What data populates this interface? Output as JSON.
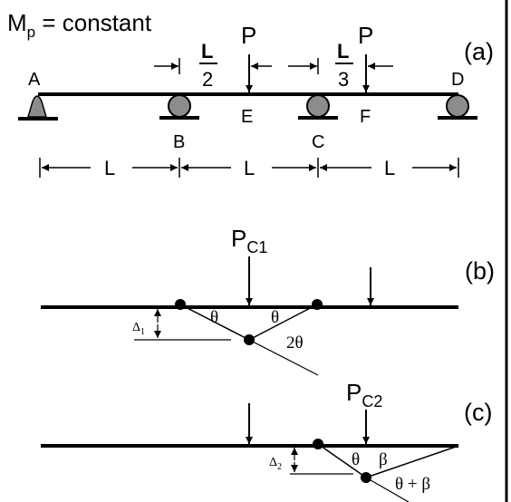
{
  "header": {
    "mp_main": "M",
    "mp_sub": "p",
    "mp_rest": " = constant"
  },
  "panel_a": {
    "label": "(a)",
    "load_1": "P",
    "load_2": "P",
    "frac_1": {
      "num": "L",
      "den": "2"
    },
    "frac_2": {
      "num": "L",
      "den": "3"
    },
    "points": {
      "A": "A",
      "B": "B",
      "C": "C",
      "D": "D",
      "E": "E",
      "F": "F"
    },
    "spans": [
      "L",
      "L",
      "L"
    ]
  },
  "panel_b": {
    "label": "(b)",
    "load_main": "P",
    "load_sub": "C1",
    "angle_left": "θ",
    "angle_right": "θ",
    "angle_hinge": "2θ",
    "delta_main": "Δ",
    "delta_sub": "1"
  },
  "panel_c": {
    "label": "(c)",
    "load_main": "P",
    "load_sub": "C2",
    "angle_theta": "θ",
    "angle_beta": "β",
    "angle_sum": "θ + β",
    "delta_main": "Δ",
    "delta_sub": "2"
  }
}
